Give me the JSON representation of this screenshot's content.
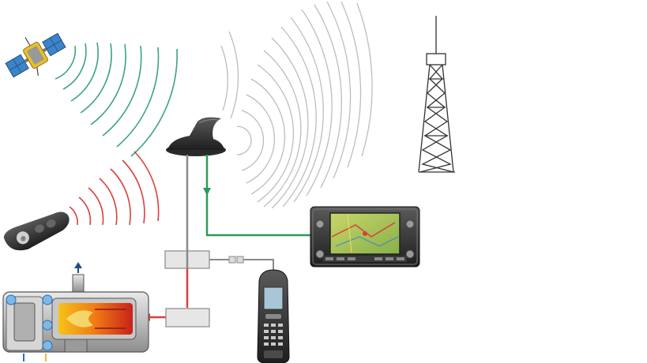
{
  "diagram": {
    "components": [
      {
        "id": "satellite",
        "icon": "satellite-icon"
      },
      {
        "id": "radio-tower",
        "icon": "radio-tower-icon"
      },
      {
        "id": "roof-antenna",
        "icon": "shark-fin-antenna-icon"
      },
      {
        "id": "remote-key",
        "icon": "remote-key-fob-icon"
      },
      {
        "id": "navigation-unit",
        "icon": "navigation-display-icon"
      },
      {
        "id": "mobile-phone",
        "icon": "mobile-phone-icon"
      },
      {
        "id": "parking-heater",
        "icon": "parking-heater-icon"
      },
      {
        "id": "receiver-module",
        "icon": "control-module-icon"
      },
      {
        "id": "heater-control-unit",
        "icon": "control-module-icon"
      }
    ],
    "colors": {
      "gps_signal": "#3aa57a",
      "remote_signal": "#d9403a",
      "gsm_signal": "#b8b8b8",
      "antenna_cable": "#8a8a8a",
      "nav_cable": "#2f9a58",
      "heater_cable": "#d9403a",
      "module_fill": "#e6e6e6",
      "module_stroke": "#8a8a8a"
    }
  }
}
